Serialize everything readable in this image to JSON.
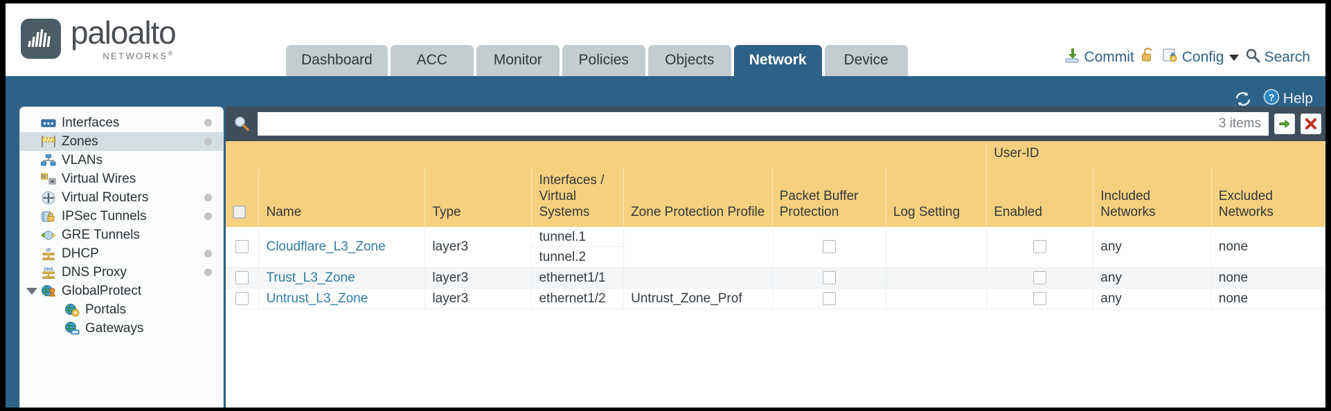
{
  "brand": {
    "name": "paloalto",
    "tagline": "NETWORKS",
    "trademark": "®"
  },
  "nav": {
    "tabs": [
      {
        "label": "Dashboard",
        "active": false
      },
      {
        "label": "ACC",
        "active": false
      },
      {
        "label": "Monitor",
        "active": false
      },
      {
        "label": "Policies",
        "active": false
      },
      {
        "label": "Objects",
        "active": false
      },
      {
        "label": "Network",
        "active": true
      },
      {
        "label": "Device",
        "active": false
      }
    ]
  },
  "top_actions": {
    "commit": "Commit",
    "lock_icon": "lock-icon",
    "config": "Config",
    "search": "Search"
  },
  "banner": {
    "refresh_icon": "refresh-icon",
    "help": "Help"
  },
  "sidebar": {
    "items": [
      {
        "label": "Interfaces",
        "icon": "interfaces-icon",
        "selected": false,
        "dot": true,
        "child": false,
        "twisty": false
      },
      {
        "label": "Zones",
        "icon": "zones-icon",
        "selected": true,
        "dot": true,
        "child": false,
        "twisty": false
      },
      {
        "label": "VLANs",
        "icon": "vlans-icon",
        "selected": false,
        "dot": false,
        "child": false,
        "twisty": false
      },
      {
        "label": "Virtual Wires",
        "icon": "virtual-wires-icon",
        "selected": false,
        "dot": false,
        "child": false,
        "twisty": false
      },
      {
        "label": "Virtual Routers",
        "icon": "virtual-routers-icon",
        "selected": false,
        "dot": true,
        "child": false,
        "twisty": false
      },
      {
        "label": "IPSec Tunnels",
        "icon": "ipsec-tunnels-icon",
        "selected": false,
        "dot": true,
        "child": false,
        "twisty": false
      },
      {
        "label": "GRE Tunnels",
        "icon": "gre-tunnels-icon",
        "selected": false,
        "dot": false,
        "child": false,
        "twisty": false
      },
      {
        "label": "DHCP",
        "icon": "dhcp-icon",
        "selected": false,
        "dot": true,
        "child": false,
        "twisty": false
      },
      {
        "label": "DNS Proxy",
        "icon": "dns-proxy-icon",
        "selected": false,
        "dot": true,
        "child": false,
        "twisty": false
      },
      {
        "label": "GlobalProtect",
        "icon": "globalprotect-icon",
        "selected": false,
        "dot": false,
        "child": false,
        "twisty": true
      },
      {
        "label": "Portals",
        "icon": "portals-icon",
        "selected": false,
        "dot": false,
        "child": true,
        "twisty": false
      },
      {
        "label": "Gateways",
        "icon": "gateways-icon",
        "selected": false,
        "dot": false,
        "child": true,
        "twisty": false
      }
    ]
  },
  "filter": {
    "search_icon": "search-icon",
    "value": "",
    "placeholder": "",
    "item_count": "3 items",
    "apply_icon": "apply-filter-arrow-icon",
    "clear_icon": "clear-filter-x-icon"
  },
  "table": {
    "group_header": "User-ID",
    "columns": [
      "Name",
      "Type",
      "Interfaces / Virtual Systems",
      "Zone Protection Profile",
      "Packet Buffer Protection",
      "Log Setting",
      "Enabled",
      "Included Networks",
      "Excluded Networks"
    ],
    "rows": [
      {
        "selected": false,
        "name": "Cloudflare_L3_Zone",
        "type": "layer3",
        "interfaces": [
          "tunnel.1",
          "tunnel.2"
        ],
        "zone_protection_profile": "",
        "packet_buffer_protection": false,
        "log_setting": "",
        "userid_enabled": false,
        "included_networks": "any",
        "excluded_networks": "none"
      },
      {
        "selected": false,
        "name": "Trust_L3_Zone",
        "type": "layer3",
        "interfaces": [
          "ethernet1/1"
        ],
        "zone_protection_profile": "",
        "packet_buffer_protection": false,
        "log_setting": "",
        "userid_enabled": false,
        "included_networks": "any",
        "excluded_networks": "none"
      },
      {
        "selected": false,
        "name": "Untrust_L3_Zone",
        "type": "layer3",
        "interfaces": [
          "ethernet1/2"
        ],
        "zone_protection_profile": "Untrust_Zone_Prof",
        "packet_buffer_protection": false,
        "log_setting": "",
        "userid_enabled": false,
        "included_networks": "any",
        "excluded_networks": "none"
      }
    ]
  },
  "colors": {
    "brand_blue": "#2e6186",
    "tab_inactive": "#c3cdd0",
    "table_header": "#f5d07e",
    "table_group_header": "#e2b857",
    "toolbar_dark": "#3f4e5a",
    "link": "#2e7ca1"
  }
}
